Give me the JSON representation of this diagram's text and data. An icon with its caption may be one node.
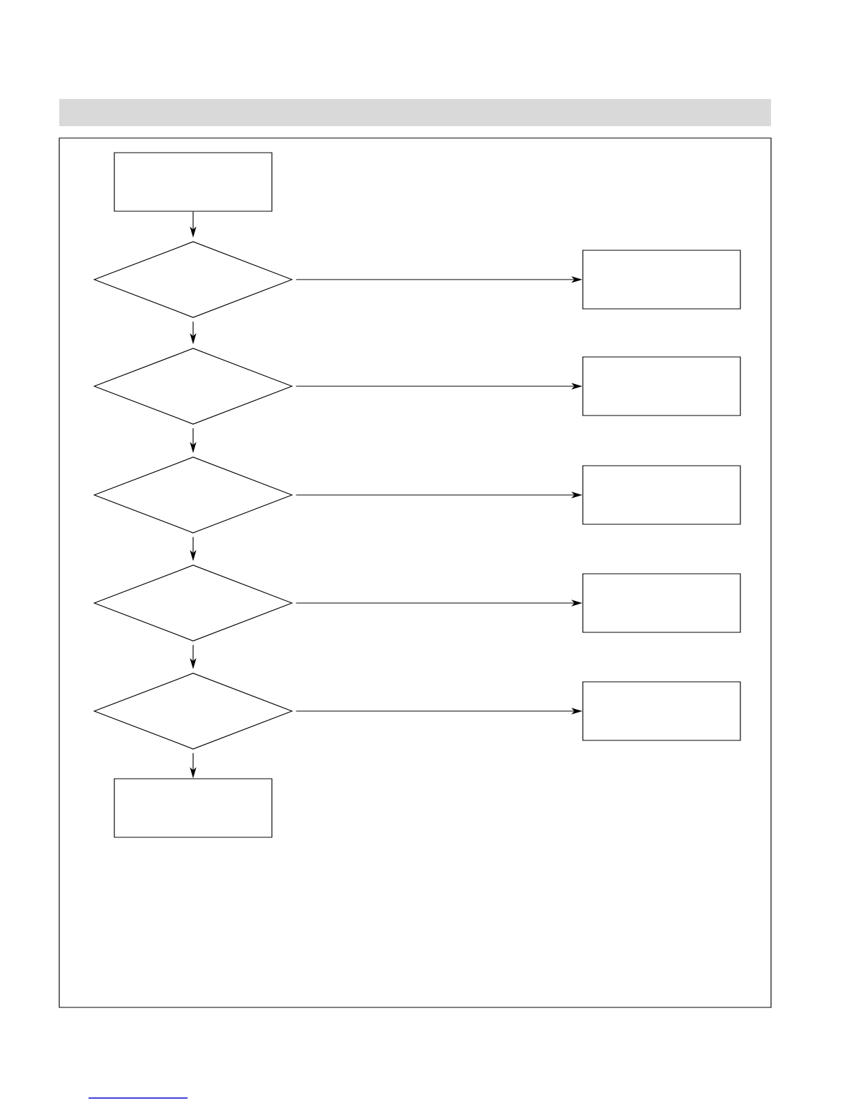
{
  "diagram": {
    "nodes": [
      {
        "text": [],
        "shape": "box"
      },
      {
        "text": [],
        "shape": "diamond"
      },
      {
        "text": [],
        "shape": "box"
      },
      {
        "text": [],
        "shape": "diamond"
      },
      {
        "text": [],
        "shape": "box"
      },
      {
        "text": [],
        "shape": "diamond"
      },
      {
        "text": [],
        "shape": "box"
      },
      {
        "text": [],
        "shape": "diamond"
      },
      {
        "text": [],
        "shape": "box"
      },
      {
        "text": [],
        "shape": "diamond"
      },
      {
        "text": [],
        "shape": "box"
      },
      {
        "text": [],
        "shape": "box"
      }
    ],
    "edges": [
      {
        "from": 0,
        "to": 1,
        "arrow": "to"
      },
      {
        "from": 1,
        "to": 2,
        "arrow": "to"
      },
      {
        "from": 1,
        "to": 3,
        "arrow": "to"
      },
      {
        "from": 3,
        "to": 4,
        "arrow": "to"
      },
      {
        "from": 3,
        "to": 5,
        "arrow": "to"
      },
      {
        "from": 5,
        "to": 6,
        "arrow": "to"
      },
      {
        "from": 5,
        "to": 7,
        "arrow": "to"
      },
      {
        "from": 7,
        "to": 8,
        "arrow": "to"
      },
      {
        "from": 7,
        "to": 9,
        "arrow": "to"
      },
      {
        "from": 9,
        "to": 10,
        "arrow": "to"
      },
      {
        "from": 9,
        "to": 11,
        "arrow": "to"
      }
    ]
  }
}
